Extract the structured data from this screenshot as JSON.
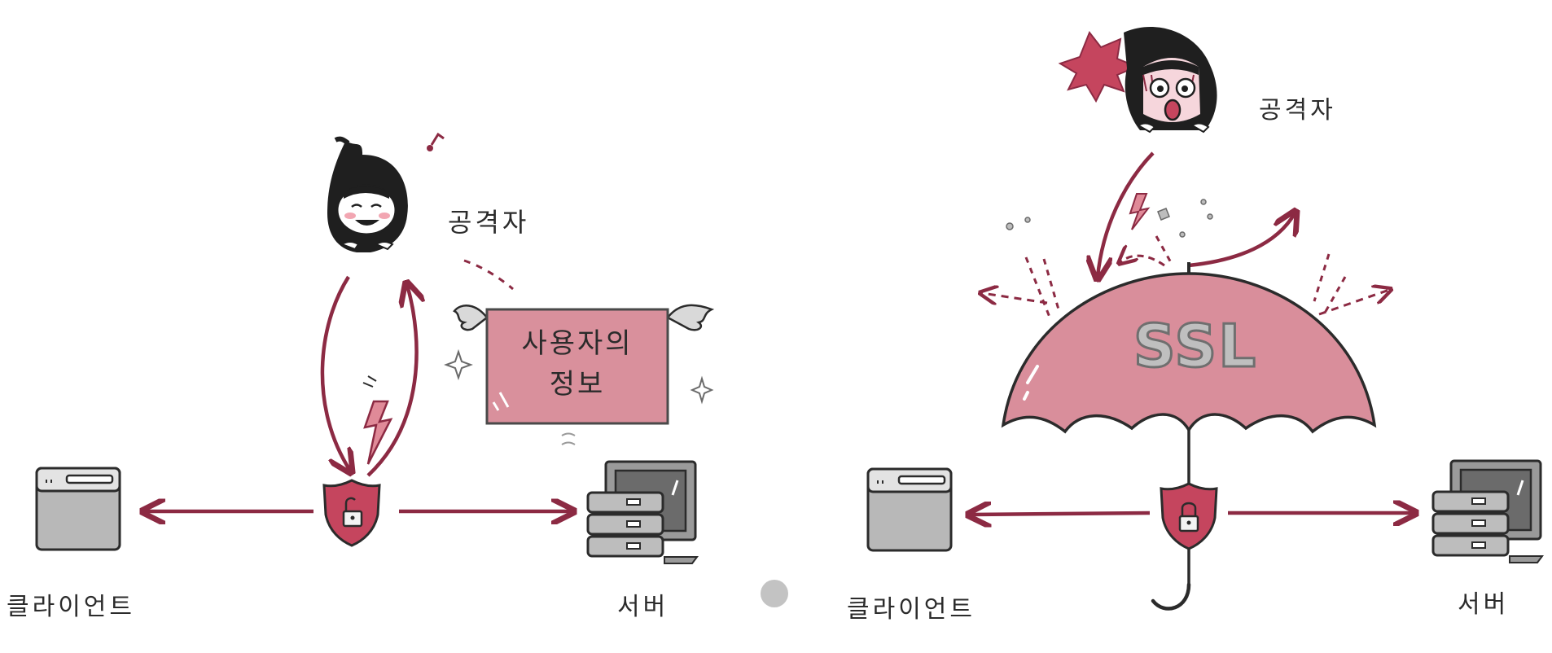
{
  "left_panel": {
    "attacker_label": "공격자",
    "info_sign": {
      "line1": "사용자의",
      "line2": "정보"
    },
    "client_label": "클라이언트",
    "server_label": "서버"
  },
  "right_panel": {
    "attacker_label": "공격자",
    "umbrella_text": "SSL",
    "client_label": "클라이언트",
    "server_label": "서버"
  },
  "pager": {
    "current": 1
  },
  "colors": {
    "accent": "#8c2a43",
    "shield": "#c5455e",
    "umbrella": "#d98e9b",
    "sign": "#d9909c",
    "device_gray": "#b8b8b8",
    "outline": "#2b2b2b"
  },
  "icons": [
    "attacker-icon",
    "shield-lock-icon",
    "client-device-icon",
    "server-computer-icon",
    "umbrella-icon",
    "lightning-icon",
    "music-note-icon",
    "sparkle-icon",
    "explosion-icon"
  ]
}
